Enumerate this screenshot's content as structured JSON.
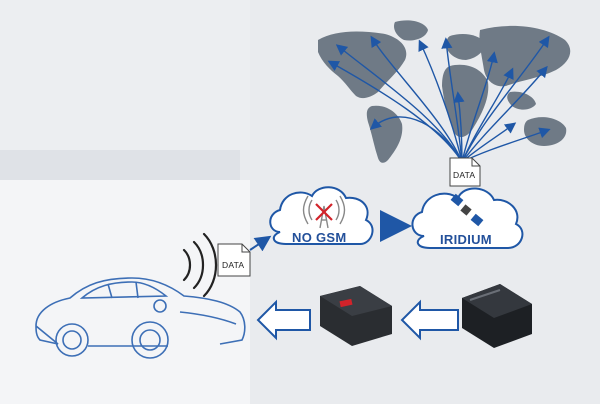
{
  "diagram": {
    "labels": {
      "data_left": "DATA",
      "data_top": "DATA",
      "no_gsm": "NO GSM",
      "iridium": "IRIDIUM"
    },
    "colors": {
      "accent_blue": "#1f57a6",
      "map_gray": "#6f7a86",
      "car_line": "#3d6fb6",
      "device_dark": "#2a2d31"
    },
    "icons": [
      "signal-tower-icon",
      "satellite-icon",
      "car-illustration",
      "tracker-device-icon",
      "world-map"
    ]
  }
}
